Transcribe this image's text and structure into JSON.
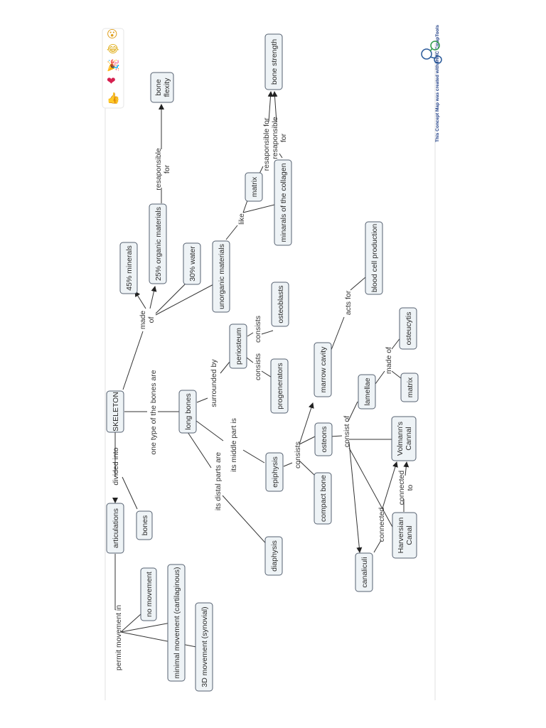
{
  "concept_map": {
    "nodes": [
      {
        "id": "skeleton",
        "label": "SKELETON"
      },
      {
        "id": "articulations",
        "label": "articulations"
      },
      {
        "id": "bones",
        "label": "bones"
      },
      {
        "id": "no_movement",
        "label": "no movement"
      },
      {
        "id": "minimal_movement",
        "label": "minimal movement (cartilaginous)"
      },
      {
        "id": "movement_3d",
        "label": "3D movement (synovial)"
      },
      {
        "id": "long_bones",
        "label": "long bones"
      },
      {
        "id": "minerals_45",
        "label": "45% minerals"
      },
      {
        "id": "organic_25",
        "label": "25% organic materials"
      },
      {
        "id": "water_30",
        "label": "30% water"
      },
      {
        "id": "unorganic",
        "label": "unorganic materials"
      },
      {
        "id": "bone_flexity",
        "label": "bone flexity"
      },
      {
        "id": "matrix_top",
        "label": "matrix"
      },
      {
        "id": "collagen",
        "label": "minarals of the collagen"
      },
      {
        "id": "bone_strength",
        "label": "bone strength"
      },
      {
        "id": "periosteum",
        "label": "periosteum"
      },
      {
        "id": "osteoblasts",
        "label": "osteoblasts"
      },
      {
        "id": "progenerators",
        "label": "progenerators"
      },
      {
        "id": "marrow_cavity",
        "label": "marrow cavity"
      },
      {
        "id": "blood_cell",
        "label": "blood cell production"
      },
      {
        "id": "epiphysis",
        "label": "epiphysis"
      },
      {
        "id": "diaphysis",
        "label": "diaphysis"
      },
      {
        "id": "osteons",
        "label": "osteons"
      },
      {
        "id": "compact_bone",
        "label": "compact bone"
      },
      {
        "id": "lamellae",
        "label": "lamellae"
      },
      {
        "id": "osteocytes",
        "label": "osteucytis"
      },
      {
        "id": "matrix_bottom",
        "label": "matrix"
      },
      {
        "id": "volmann",
        "label": "Volmann's Cannal"
      },
      {
        "id": "harversian",
        "label": "Harversian Canal"
      },
      {
        "id": "canaliculi",
        "label": "canaliculi"
      }
    ],
    "link_labels": [
      {
        "id": "divided_into",
        "text": "divided into"
      },
      {
        "id": "permit_movement_in",
        "text": "permit movement in"
      },
      {
        "id": "one_type",
        "text": "one type of the bones are"
      },
      {
        "id": "made_of",
        "text": "made of"
      },
      {
        "id": "resp_for_flexity",
        "text": "resaponsible for"
      },
      {
        "id": "like",
        "text": "like"
      },
      {
        "id": "resp_for_matrix",
        "text": "resaponsible for"
      },
      {
        "id": "resp_for_collagen",
        "text": "resaponsible for"
      },
      {
        "id": "surrounded_by",
        "text": "surrounded by"
      },
      {
        "id": "consists_osteoblasts",
        "text": "consists"
      },
      {
        "id": "consists_progenerators",
        "text": "consists"
      },
      {
        "id": "its_middle_part_is",
        "text": "its middle part is"
      },
      {
        "id": "its_distal_parts_are",
        "text": "its distal parts are"
      },
      {
        "id": "consists_epiphysis",
        "text": "consists"
      },
      {
        "id": "acts_for",
        "text": "acts for"
      },
      {
        "id": "consist_of",
        "text": "consist of"
      },
      {
        "id": "made_of_lamellae",
        "text": "made of"
      },
      {
        "id": "connected",
        "text": "connected"
      },
      {
        "id": "connected_to",
        "text": "connected to"
      }
    ],
    "credit": "This Concept Map was created with IHMC CmapTools"
  },
  "reactions": {
    "icons": [
      "thumbs-up-icon",
      "heart-icon",
      "party-popper-icon",
      "laughing-face-icon",
      "surprised-face-icon"
    ],
    "glyphs": [
      "👍",
      "❤",
      "🎉",
      "😂",
      "😮"
    ]
  },
  "colors": {
    "node_fill": "#eef3f6",
    "node_stroke": "#556070",
    "credit_text": "#1f3e86",
    "heart": "#d6204f"
  }
}
